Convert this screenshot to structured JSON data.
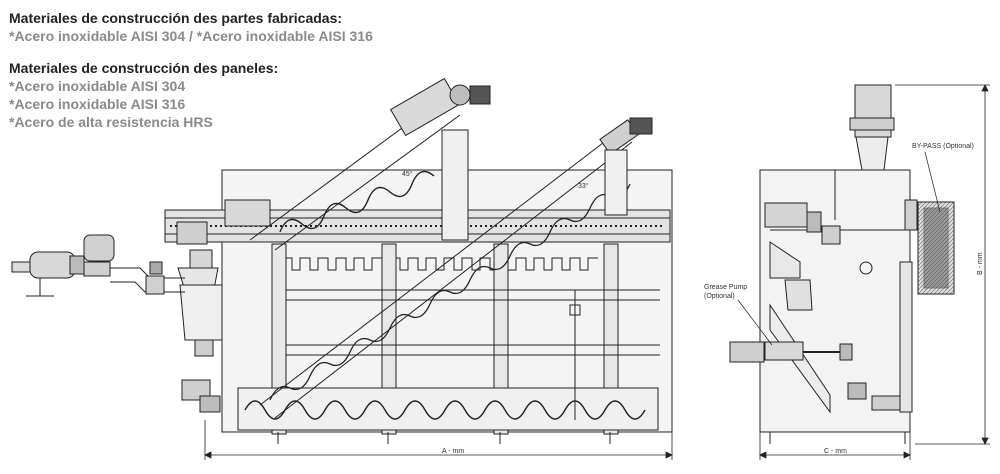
{
  "text": {
    "heading_parts": "Materiales de construcción des partes fabricadas:",
    "parts_materials": "*Acero inoxidable AISI 304 / *Acero inoxidable AISI 316",
    "heading_panels": "Materiales de construcción des paneles:",
    "panel_materials": [
      "*Acero inoxidable AISI 304",
      "*Acero inoxidable AISI 316",
      "*Acero de alta resistencia HRS"
    ]
  },
  "drawing": {
    "dim_a": "A - mm",
    "dim_b": "B - mm",
    "dim_c": "C - mm",
    "angle_1": "45°",
    "angle_2": "33°",
    "bypass_label": "BY-PASS (Optional)",
    "grease_label_1": "Grease Pump",
    "grease_label_2": "(Optional)"
  }
}
